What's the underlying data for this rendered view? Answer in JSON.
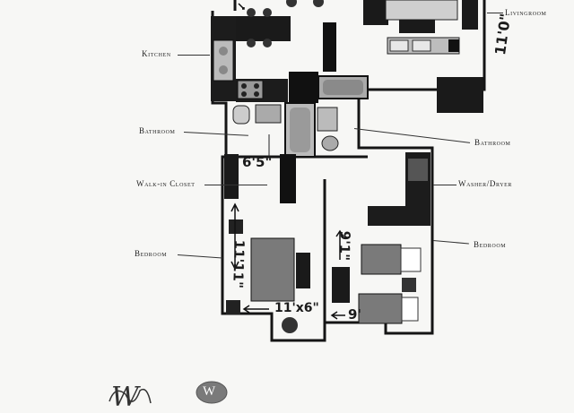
{
  "plan": {
    "labels": {
      "living": "Livingroom",
      "kitchen": "Kitchen",
      "bathroom_left": "Bathroom",
      "bathroom_right": "Bathroom",
      "walk_in_closet": "Walk-in Closet",
      "washer_dryer": "Washer/Dryer",
      "bedroom_left": "Bedroom",
      "bedroom_right": "Bedroom"
    },
    "handwritten": {
      "living_dim": "11'0\"",
      "hall_dim": "6'5\"",
      "bedroom_left_dim": "11'11\"",
      "bedroom_left_bottom": "11'x6\"",
      "bedroom_right_dim": "9'1\"",
      "bedroom_right_bottom": "9'"
    }
  },
  "logo": {
    "letter": "W",
    "script_text": "W"
  }
}
